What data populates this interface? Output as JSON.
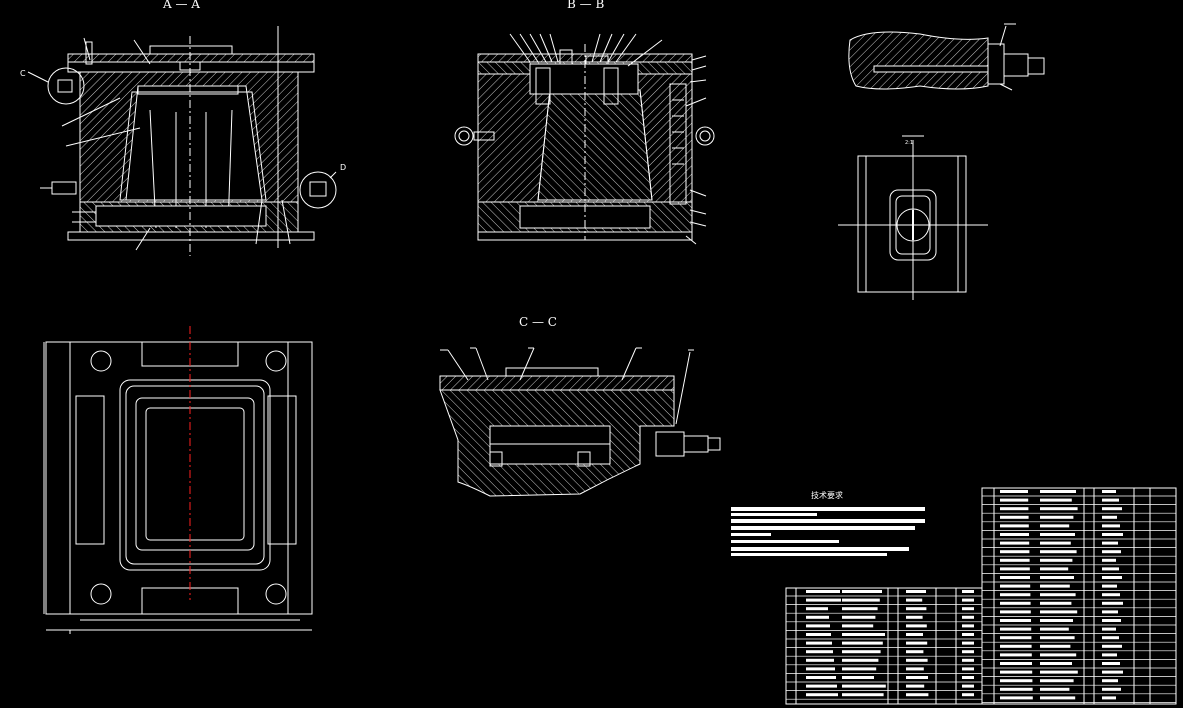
{
  "sections": {
    "aa": "A — A",
    "bb": "B — B",
    "cc": "C — C"
  },
  "callouts": {
    "c": "C",
    "d": "D"
  },
  "tech_requirements": {
    "title": "技术要求"
  },
  "scale_note": "2:1",
  "colors": {
    "background": "#000000",
    "line": "#ffffff",
    "centerline": "#ff2020"
  }
}
